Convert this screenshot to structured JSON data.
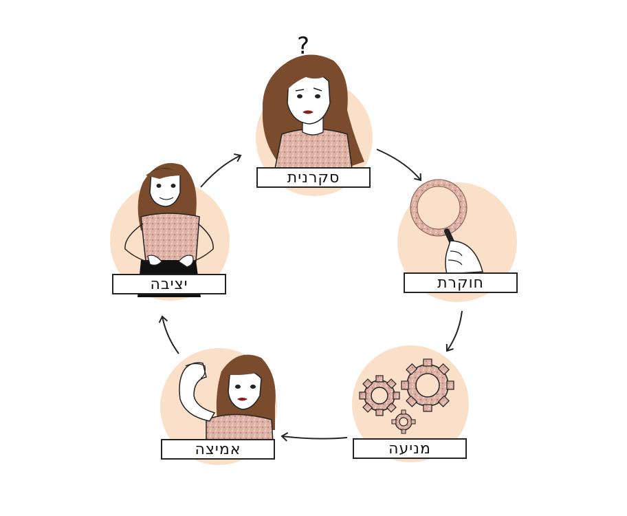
{
  "diagram": {
    "question_mark": "?",
    "stages": [
      {
        "id": "curious",
        "label": "סקרנית",
        "icon": "curious-woman-icon"
      },
      {
        "id": "explorer",
        "label": "חוקרת",
        "icon": "magnifying-glass-icon"
      },
      {
        "id": "motivated",
        "label": "מניעה",
        "icon": "gears-icon"
      },
      {
        "id": "brave",
        "label": "אמיצה",
        "icon": "flexing-woman-icon"
      },
      {
        "id": "stable",
        "label": "יציבה",
        "icon": "confident-woman-icon"
      }
    ],
    "colors": {
      "circle_fill": "#fbe0c9",
      "hair": "#7a4b2c",
      "glitter": "#d9a89a",
      "outline": "#222222"
    }
  }
}
